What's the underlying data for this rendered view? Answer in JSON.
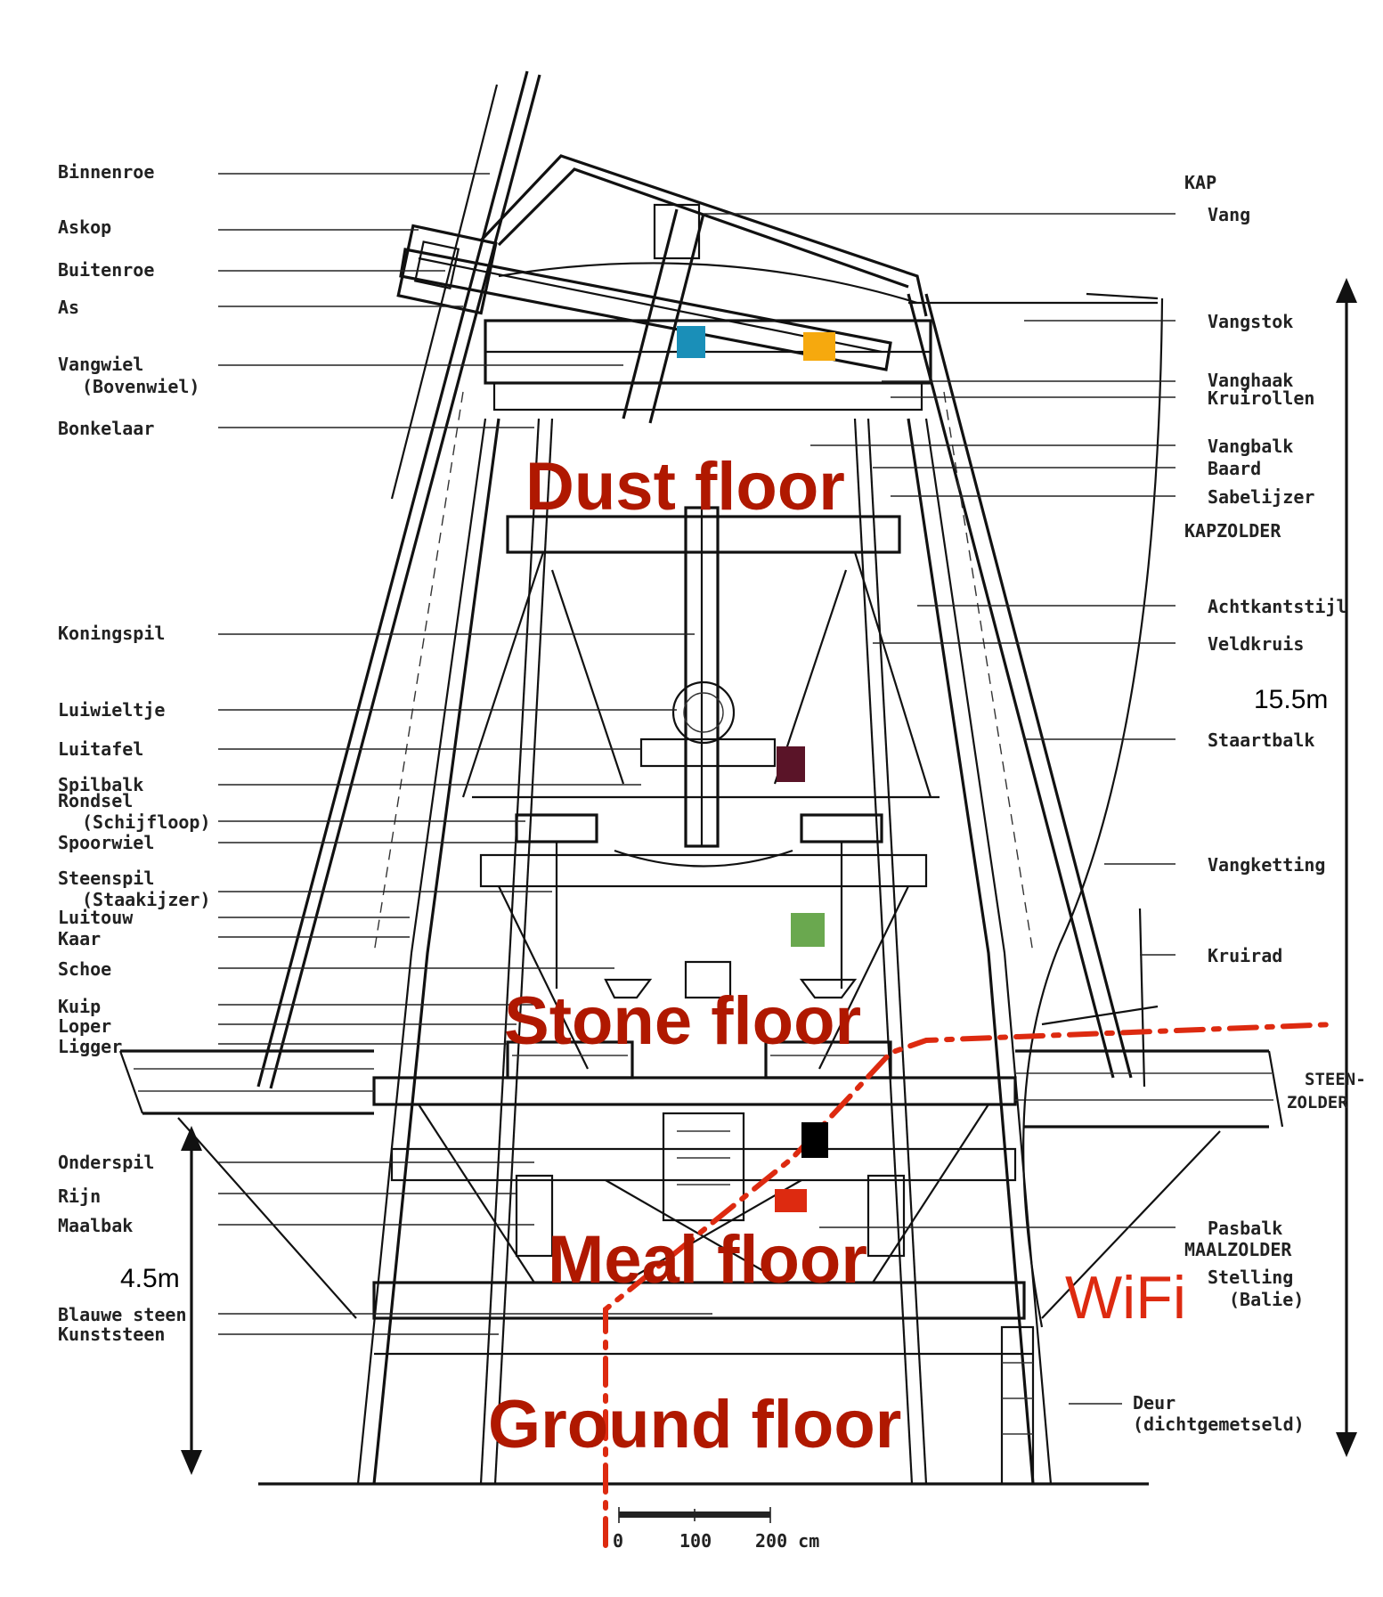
{
  "labels_left": [
    {
      "id": "binnenroe",
      "text": "Binnenroe"
    },
    {
      "id": "askop",
      "text": "Askop"
    },
    {
      "id": "buitenroe",
      "text": "Buitenroe"
    },
    {
      "id": "as",
      "text": "As"
    },
    {
      "id": "vangwiel",
      "text": "Vangwiel"
    },
    {
      "id": "bovenwiel",
      "text": "(Bovenwiel)"
    },
    {
      "id": "bonkelaar",
      "text": "Bonkelaar"
    },
    {
      "id": "koningspil",
      "text": "Koningspil"
    },
    {
      "id": "luiwieltje",
      "text": "Luiwieltje"
    },
    {
      "id": "luitafel",
      "text": "Luitafel"
    },
    {
      "id": "spilbalk",
      "text": "Spilbalk"
    },
    {
      "id": "rondsel",
      "text": "Rondsel"
    },
    {
      "id": "schijfloop",
      "text": "(Schijfloop)"
    },
    {
      "id": "spoorwiel",
      "text": "Spoorwiel"
    },
    {
      "id": "steenspil",
      "text": "Steenspil"
    },
    {
      "id": "staakijzer",
      "text": "(Staakijzer)"
    },
    {
      "id": "luitouw",
      "text": "Luitouw"
    },
    {
      "id": "kaar",
      "text": "Kaar"
    },
    {
      "id": "schoe",
      "text": "Schoe"
    },
    {
      "id": "kuip",
      "text": "Kuip"
    },
    {
      "id": "loper",
      "text": "Loper"
    },
    {
      "id": "ligger",
      "text": "Ligger"
    },
    {
      "id": "onderspil",
      "text": "Onderspil"
    },
    {
      "id": "rijn",
      "text": "Rijn"
    },
    {
      "id": "maalbak",
      "text": "Maalbak"
    },
    {
      "id": "blauwe-steen",
      "text": "Blauwe steen"
    },
    {
      "id": "kunststeen",
      "text": "Kunststeen"
    }
  ],
  "labels_right": [
    {
      "id": "kap",
      "text": "KAP"
    },
    {
      "id": "vang",
      "text": "Vang"
    },
    {
      "id": "vangstok",
      "text": "Vangstok"
    },
    {
      "id": "vanghaak",
      "text": "Vanghaak"
    },
    {
      "id": "kruirollen",
      "text": "Kruirollen"
    },
    {
      "id": "vangbalk",
      "text": "Vangbalk"
    },
    {
      "id": "baard",
      "text": "Baard"
    },
    {
      "id": "sabelijzer",
      "text": "Sabelijzer"
    },
    {
      "id": "kapzolder",
      "text": "KAPZOLDER"
    },
    {
      "id": "achtkantstijl",
      "text": "Achtkantstijl"
    },
    {
      "id": "veldkruis",
      "text": "Veldkruis"
    },
    {
      "id": "staartbalk",
      "text": "Staartbalk"
    },
    {
      "id": "vangketting",
      "text": "Vangketting"
    },
    {
      "id": "kruirad",
      "text": "Kruirad"
    },
    {
      "id": "steen",
      "text": "STEEN-"
    },
    {
      "id": "zolder",
      "text": "ZOLDER"
    },
    {
      "id": "pasbalk",
      "text": "Pasbalk"
    },
    {
      "id": "maalzolder",
      "text": "MAALZOLDER"
    },
    {
      "id": "stelling",
      "text": "Stelling"
    },
    {
      "id": "balie",
      "text": "(Balie)"
    },
    {
      "id": "deur",
      "text": "Deur"
    },
    {
      "id": "dichtgemetseld",
      "text": "(dichtgemetseld)"
    }
  ],
  "floors": {
    "dust": "Dust floor",
    "stone": "Stone floor",
    "meal": "Meal floor",
    "ground": "Ground floor"
  },
  "dimensions": {
    "total_height": "15.5m",
    "lower_height": "4.5m"
  },
  "wifi_label": "WiFi",
  "scale_bar": {
    "tick_0": "0",
    "tick_100": "100",
    "tick_200": "200 cm"
  },
  "markers": [
    {
      "name": "marker-blue",
      "color": "#1a8fb8"
    },
    {
      "name": "marker-orange",
      "color": "#f6a90e"
    },
    {
      "name": "marker-maroon",
      "color": "#5a1428"
    },
    {
      "name": "marker-green",
      "color": "#6aa84f"
    },
    {
      "name": "marker-black",
      "color": "#000000"
    },
    {
      "name": "marker-red",
      "color": "#dd2a10"
    }
  ],
  "colors": {
    "floor_text": "#b01800",
    "wifi_line": "#dd2a10"
  }
}
